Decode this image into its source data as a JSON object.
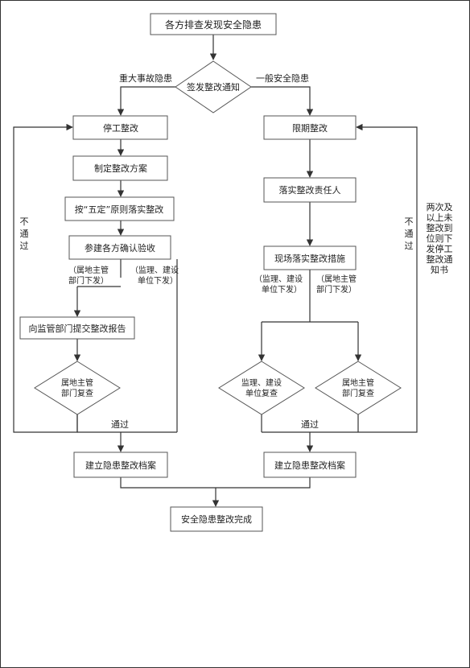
{
  "nodes": {
    "start": "各方排查发现安全隐患",
    "decision_notice": "签发整改通知",
    "stop_work": "停工整改",
    "make_plan": "制定整改方案",
    "five_fixed": "按“五定”原则落实整改",
    "joint_accept": "参建各方确认验收",
    "submit_report": "向监管部门提交整改报告",
    "left_review": [
      "属地主管",
      "部门复查"
    ],
    "left_archive": "建立隐患整改档案",
    "limited_rectify": "限期整改",
    "assign_person": "落实整改责任人",
    "onsite_measures": "现场落实整改措施",
    "mid_review": [
      "监理、建设",
      "单位复查"
    ],
    "right_review": [
      "属地主管",
      "部门复查"
    ],
    "right_archive": "建立隐患整改档案",
    "done": "安全隐患整改完成"
  },
  "labels": {
    "major": "重大事故隐患",
    "general": "一般安全隐患",
    "left_fail": [
      "不",
      "通",
      "过"
    ],
    "right_fail": [
      "不",
      "通",
      "过"
    ],
    "left_issue": [
      "（属地主管",
      "部门下发）"
    ],
    "left_issue2": [
      "（监理、建设",
      "单位下发）"
    ],
    "right_issue": [
      "（监理、建设",
      "单位下发）"
    ],
    "right_issue2": [
      "（属地主管",
      "部门下发）"
    ],
    "left_pass": "通过",
    "right_pass": "通过",
    "twice_fail": [
      "两次及",
      "以上未",
      "整改到",
      "位则下",
      "发停工",
      "整改通",
      "知书"
    ]
  },
  "colors": {
    "line": "#333333",
    "box_fill": "#ffffff",
    "box_stroke": "#555555"
  }
}
